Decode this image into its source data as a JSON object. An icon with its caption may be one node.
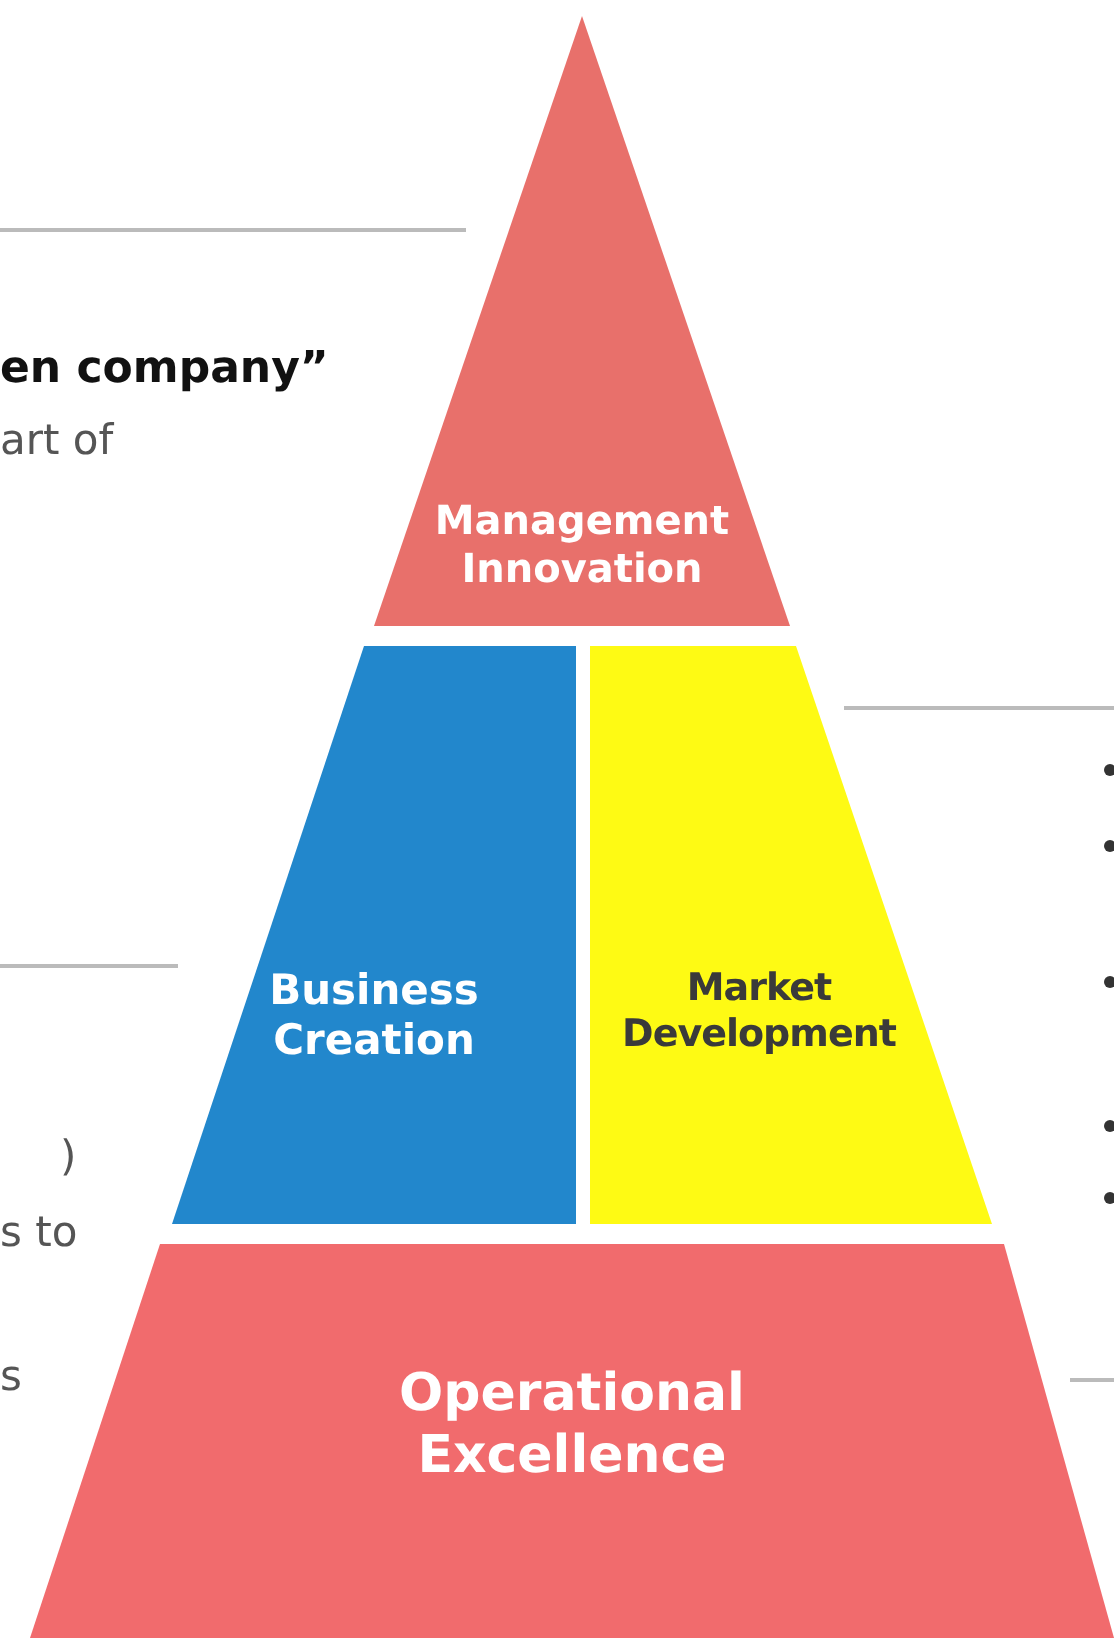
{
  "diagram": {
    "nodes": [
      {
        "text": [
          "Management Innovation"
        ]
      },
      {
        "text": [
          "Business Creation"
        ]
      },
      {
        "text": [
          "Market Development"
        ]
      },
      {
        "text": [
          "Operational Excellence"
        ]
      }
    ],
    "labels": [
      "en company”",
      "art of",
      ")",
      "s to",
      "s"
    ]
  }
}
